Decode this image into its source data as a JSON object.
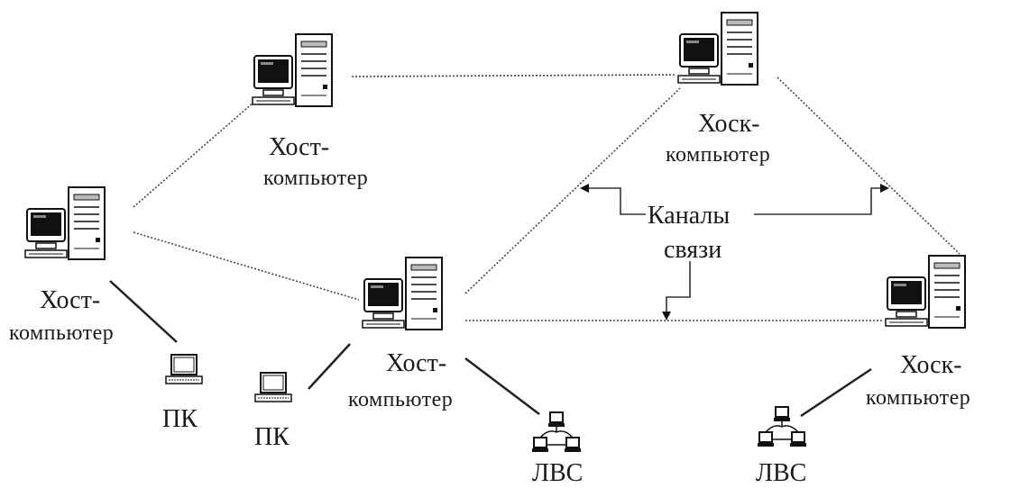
{
  "labels": {
    "host": "Хост-",
    "host_alt": "Хоск-",
    "computer": "компьютер",
    "channels_line1": "Каналы",
    "channels_line2": "связи",
    "pc": "ПК",
    "lan": "ЛВС"
  },
  "icons": {
    "workstation": "server-workstation-icon",
    "pc": "laptop-pc-icon",
    "lan": "lan-network-icon"
  }
}
